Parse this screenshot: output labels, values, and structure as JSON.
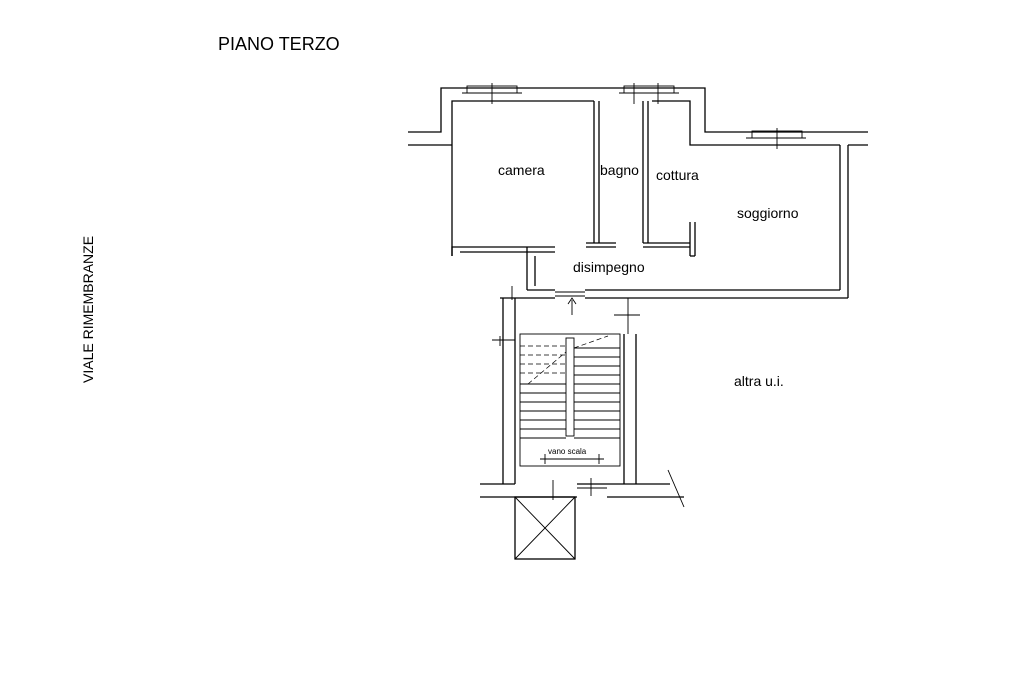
{
  "title": "PIANO TERZO",
  "street_label": "VIALE RIMEMBRANZE",
  "rooms": {
    "camera": "camera",
    "bagno": "bagno",
    "cottura": "cottura",
    "soggiorno": "soggiorno",
    "disimpegno": "disimpegno"
  },
  "stair_label": "vano scala",
  "other_unit_label": "altra u.i."
}
